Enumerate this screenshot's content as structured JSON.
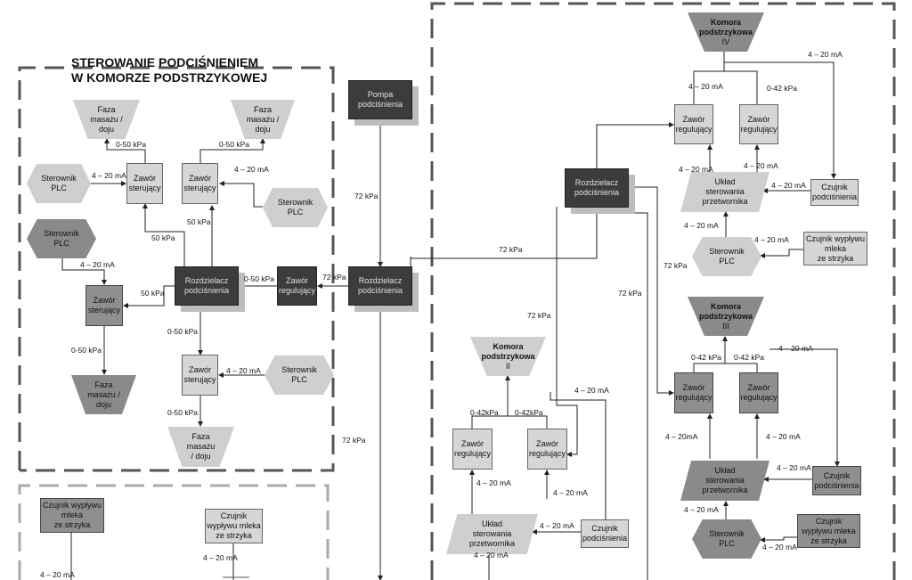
{
  "section_title": "STEROWANIE PODCIŚNIENIEM\nW KOMORZE PODSTRZYKOWEJ",
  "nodes": {
    "pompa": "Pompa\npodciśnienia",
    "rozdz_main": "Rozdzielacz\npodciśnienia",
    "rozdz_left": "Rozdzielacz\npodciśnienia",
    "rozdz_right": "Rozdzielacz\npodciśnienia",
    "zawor_reg_main": "Zawór\nregulujący",
    "faza1": "Faza\nmasażu /\ndoju",
    "faza2": "Faza\nmasażu /\ndoju",
    "faza3": "Faza\nmasażu /\ndoju",
    "faza4": "Faza\nmasażu\n/ doju",
    "zs1": "Zawór\nsterujący",
    "zs2": "Zawór\nsterujący",
    "zs3": "Zawór\nsterujący",
    "zs4": "Zawór\nsterujący",
    "plc1": "Sterownik\nPLC",
    "plc2": "Sterownik\nPLC",
    "plc3": "Sterownik\nPLC",
    "plc4": "Sterownik\nPLC",
    "plc5": "Sterownik\nPLC",
    "plc6": "Sterownik\nPLC",
    "komora4": "Komora\npodstrzykowa",
    "komora4_num": "IV",
    "komora3": "Komora\npodstrzykowa",
    "komora3_num": "III",
    "komora2": "Komora\npodstrzykowa",
    "komora2_num": "II",
    "zr4a": "Zawór\nregulujący",
    "zr4b": "Zawór\nregulujący",
    "zr3a": "Zawór\nregulujący",
    "zr3b": "Zawór\nregulujący",
    "zr2a": "Zawór\nregulujący",
    "zr2b": "Zawór\nregulujący",
    "uklad4": "Układ\nsterowania\nprzetwornika",
    "uklad3": "Układ\nsterowania\nprzetwornika",
    "uklad2": "Układ\nsterowania\nprzetwornika",
    "czujnik_pod4": "Czujnik\npodciśnienia",
    "czujnik_pod3": "Czujnik\npodciśnienia",
    "czujnik_pod2": "Czujnik\npodciśnienia",
    "czujnik_wyp4": "Czujnik wypływu\nmleka\nze strzyka",
    "czujnik_wyp3": "Czujnik\nwypływu mleka\nze strzyka",
    "czujnik_wyp_bl": "Czujnik wypływu\nmleka\nze strzyka",
    "czujnik_wyp_bm": "Czujnik\nwypływu mleka\nze strzyka"
  },
  "labels": {
    "ma": "4 – 20 mA",
    "ma_short": "4 – 20mA",
    "kpa50": "0-50 kPa",
    "kpa50s": "50 kPa",
    "kpa72": "72 kPa",
    "kpa42": "0-42 kPa",
    "kpa42n": "0-42kPa"
  }
}
